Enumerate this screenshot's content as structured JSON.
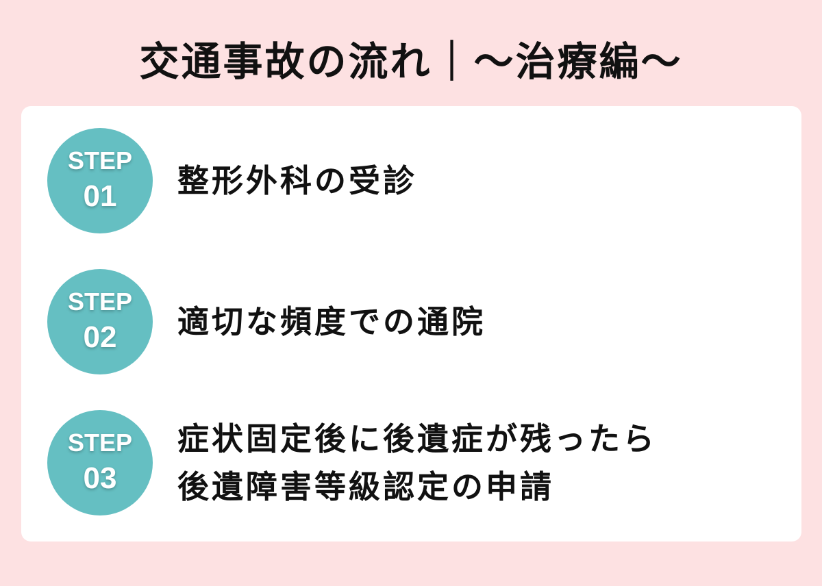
{
  "title": "交通事故の流れ｜～治療編～",
  "colors": {
    "background": "#fde1e2",
    "card": "#ffffff",
    "badge": "#65bfc2"
  },
  "steps": [
    {
      "label": "STEP",
      "number": "01",
      "text_lines": [
        "整形外科の受診"
      ]
    },
    {
      "label": "STEP",
      "number": "02",
      "text_lines": [
        "適切な頻度での通院"
      ]
    },
    {
      "label": "STEP",
      "number": "03",
      "text_lines": [
        "症状固定後に後遺症が残ったら",
        "後遺障害等級認定の申請"
      ]
    }
  ]
}
